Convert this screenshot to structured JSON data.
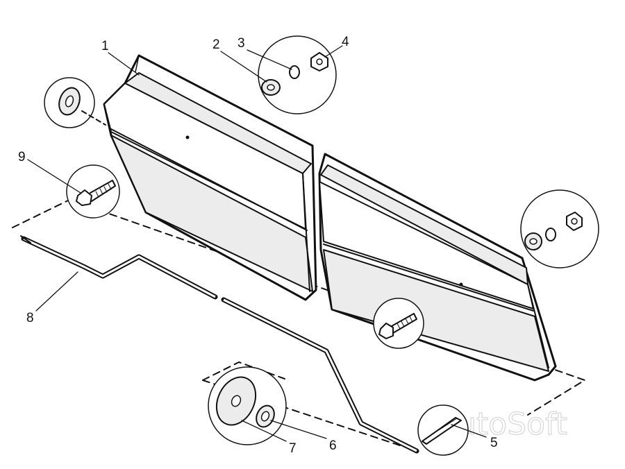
{
  "diagram": {
    "callouts": [
      {
        "id": "callout-1",
        "label": "1"
      },
      {
        "id": "callout-2",
        "label": "2"
      },
      {
        "id": "callout-3",
        "label": "3"
      },
      {
        "id": "callout-4",
        "label": "4"
      },
      {
        "id": "callout-5",
        "label": "5"
      },
      {
        "id": "callout-6",
        "label": "6"
      },
      {
        "id": "callout-7",
        "label": "7"
      },
      {
        "id": "callout-8",
        "label": "8"
      },
      {
        "id": "callout-9",
        "label": "9"
      }
    ],
    "watermark": "AutoSoft"
  }
}
